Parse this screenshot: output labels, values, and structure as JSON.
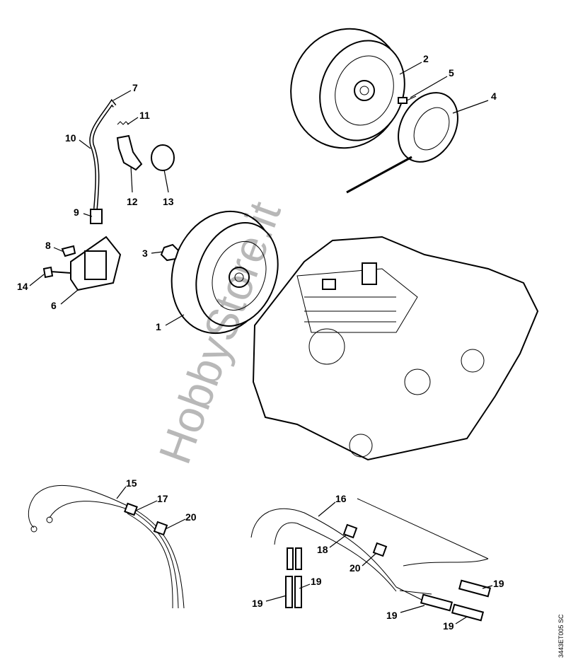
{
  "diagram": {
    "callouts": [
      {
        "id": "c2",
        "label": "2"
      },
      {
        "id": "c5",
        "label": "5"
      },
      {
        "id": "c4",
        "label": "4"
      },
      {
        "id": "c7",
        "label": "7"
      },
      {
        "id": "c11",
        "label": "11"
      },
      {
        "id": "c10",
        "label": "10"
      },
      {
        "id": "c12",
        "label": "12"
      },
      {
        "id": "c13",
        "label": "13"
      },
      {
        "id": "c9",
        "label": "9"
      },
      {
        "id": "c3",
        "label": "3"
      },
      {
        "id": "c8",
        "label": "8"
      },
      {
        "id": "c14",
        "label": "14"
      },
      {
        "id": "c6",
        "label": "6"
      },
      {
        "id": "c1",
        "label": "1"
      },
      {
        "id": "c15",
        "label": "15"
      },
      {
        "id": "c17",
        "label": "17"
      },
      {
        "id": "c20a",
        "label": "20"
      },
      {
        "id": "c16",
        "label": "16"
      },
      {
        "id": "c18",
        "label": "18"
      },
      {
        "id": "c20b",
        "label": "20"
      },
      {
        "id": "c19a",
        "label": "19"
      },
      {
        "id": "c19b",
        "label": "19"
      },
      {
        "id": "c19c",
        "label": "19"
      },
      {
        "id": "c19d",
        "label": "19"
      },
      {
        "id": "c19e",
        "label": "19"
      }
    ],
    "drawing_code": "3443ET005 SC",
    "watermark": "HobbyStore.it"
  }
}
